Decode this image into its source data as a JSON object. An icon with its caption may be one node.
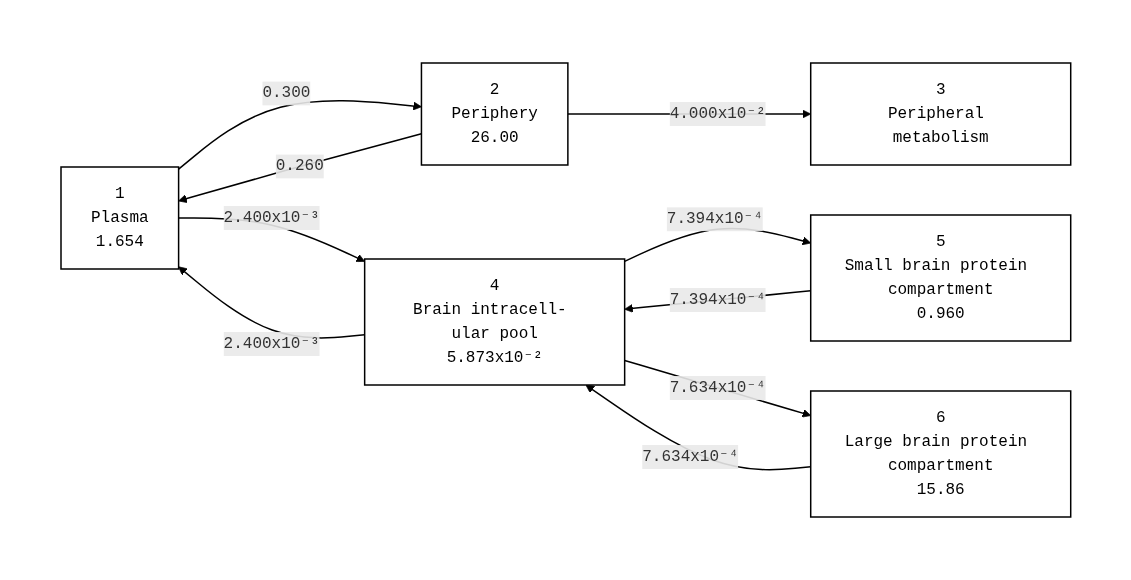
{
  "diagram": {
    "nodes": [
      {
        "text": [
          "1",
          "Plasma",
          "1.654"
        ]
      },
      {
        "text": [
          "2",
          "Periphery",
          "26.00"
        ]
      },
      {
        "text": [
          "3",
          "Peripheral metabolism"
        ]
      },
      {
        "text": [
          "4",
          "Brain intracell- ular pool",
          "5.873x10⁻²"
        ]
      },
      {
        "text": [
          "5",
          "Small brain protein compartment",
          "0.960"
        ]
      },
      {
        "text": [
          "6",
          "Large brain protein compartment",
          "15.86"
        ]
      }
    ],
    "edges": [
      {
        "from": 0,
        "to": 1,
        "arrow": "to",
        "label": "0.300"
      },
      {
        "from": 1,
        "to": 0,
        "arrow": "to",
        "label": "0.260"
      },
      {
        "from": 1,
        "to": 2,
        "arrow": "to",
        "label": "4.000x10⁻²"
      },
      {
        "from": 3,
        "to": 0,
        "arrow": "to",
        "label": "2.400x10⁻³"
      },
      {
        "from": 0,
        "to": 3,
        "arrow": "to",
        "label": "2.400x10⁻³"
      },
      {
        "from": 4,
        "to": 3,
        "arrow": "to",
        "label": "7.394x10⁻⁴"
      },
      {
        "from": 3,
        "to": 4,
        "arrow": "to",
        "label": "7.394x10⁻⁴"
      },
      {
        "from": 3,
        "to": 5,
        "arrow": "to",
        "label": "7.634x10⁻⁴"
      },
      {
        "from": 5,
        "to": 3,
        "arrow": "to",
        "label": "7.634x10⁻⁴"
      }
    ]
  }
}
